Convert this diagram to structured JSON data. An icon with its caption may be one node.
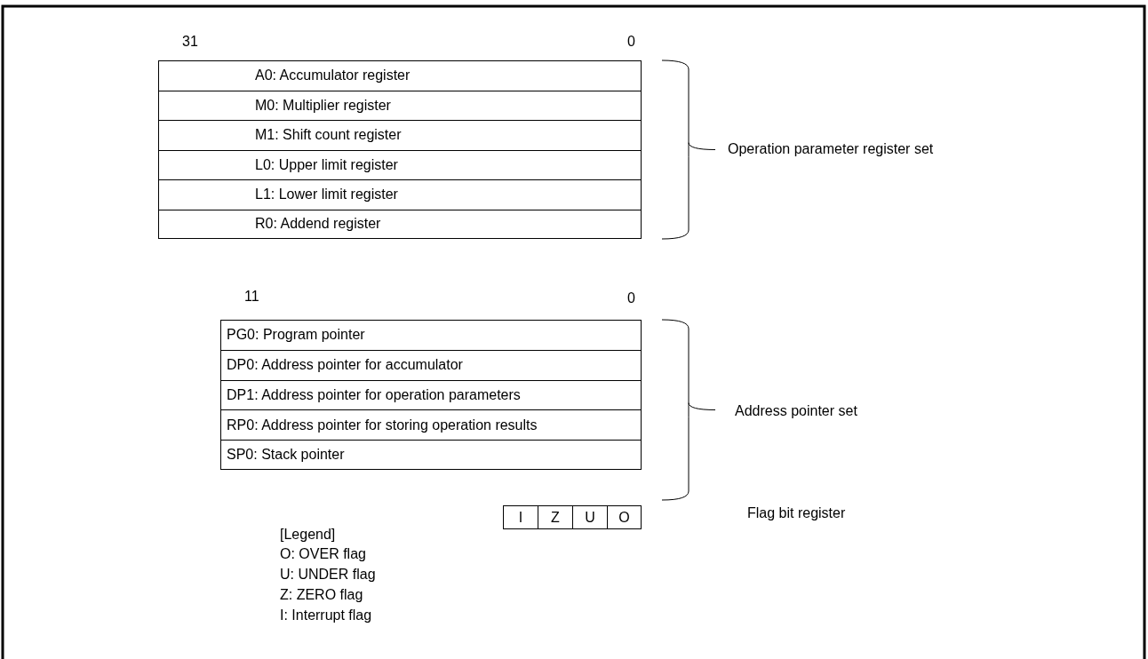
{
  "diagram": {
    "nodes": [
      {
        "text": [
          "A0: Accumulator register"
        ]
      },
      {
        "text": [
          "M0: Multiplier register"
        ]
      },
      {
        "text": [
          "M1: Shift count register"
        ]
      },
      {
        "text": [
          "L0: Upper limit register"
        ]
      },
      {
        "text": [
          "L1: Lower limit register"
        ]
      },
      {
        "text": [
          "R0: Addend register"
        ]
      },
      {
        "text": [
          "PG0: Program pointer"
        ]
      },
      {
        "text": [
          "DP0: Address pointer for accumulator"
        ]
      },
      {
        "text": [
          "DP1: Address pointer for operation parameters"
        ]
      },
      {
        "text": [
          "RP0: Address pointer for storing operation results"
        ]
      },
      {
        "text": [
          "SP0: Stack pointer"
        ]
      },
      {
        "text": [
          "I"
        ]
      },
      {
        "text": [
          "Z"
        ]
      },
      {
        "text": [
          "U"
        ]
      },
      {
        "text": [
          "O"
        ]
      }
    ],
    "edges": [],
    "labels": [
      "31",
      "0",
      "Operation parameter register set",
      "11",
      "0",
      "Address pointer set",
      "Flag bit register",
      "[Legend]",
      "O: OVER flag",
      "U: UNDER flag",
      "Z: ZERO flag",
      "I: Interrupt flag"
    ]
  }
}
